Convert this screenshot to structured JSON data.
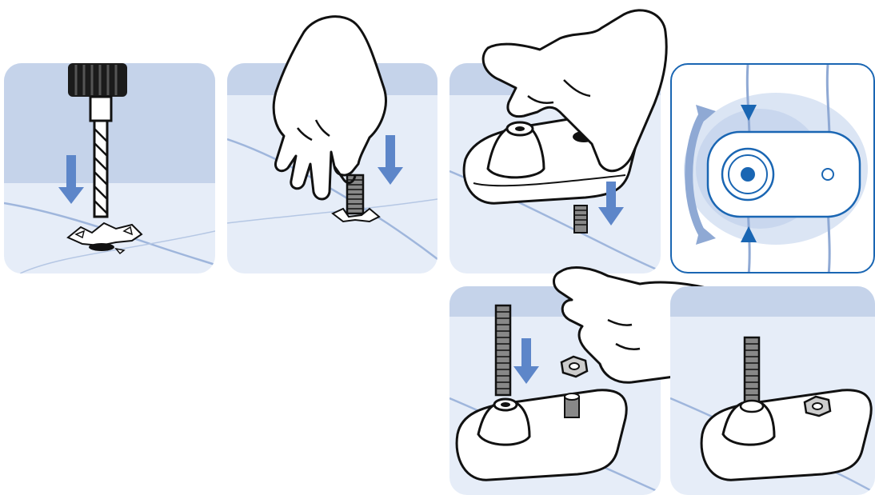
{
  "steps": [
    {
      "id": "drill-hole",
      "icon": "drill-icon"
    },
    {
      "id": "insert-anchor",
      "icon": "hand-icon"
    },
    {
      "id": "place-base-plate",
      "icon": "hand-icon"
    },
    {
      "id": "align-plate-detail",
      "icon": "alignment-arrows-icon"
    },
    {
      "id": "insert-threaded-rod-and-nut",
      "icon": "hand-icon"
    },
    {
      "id": "finished-assembly",
      "icon": "bolt-icon"
    }
  ],
  "colors": {
    "panel_top": "#c5d3ea",
    "panel_floor": "#e6edf8",
    "accent_blue": "#5d86c9",
    "dark_blue": "#1a66b3",
    "outline": "#111111",
    "crack": "#9fb6dc"
  }
}
